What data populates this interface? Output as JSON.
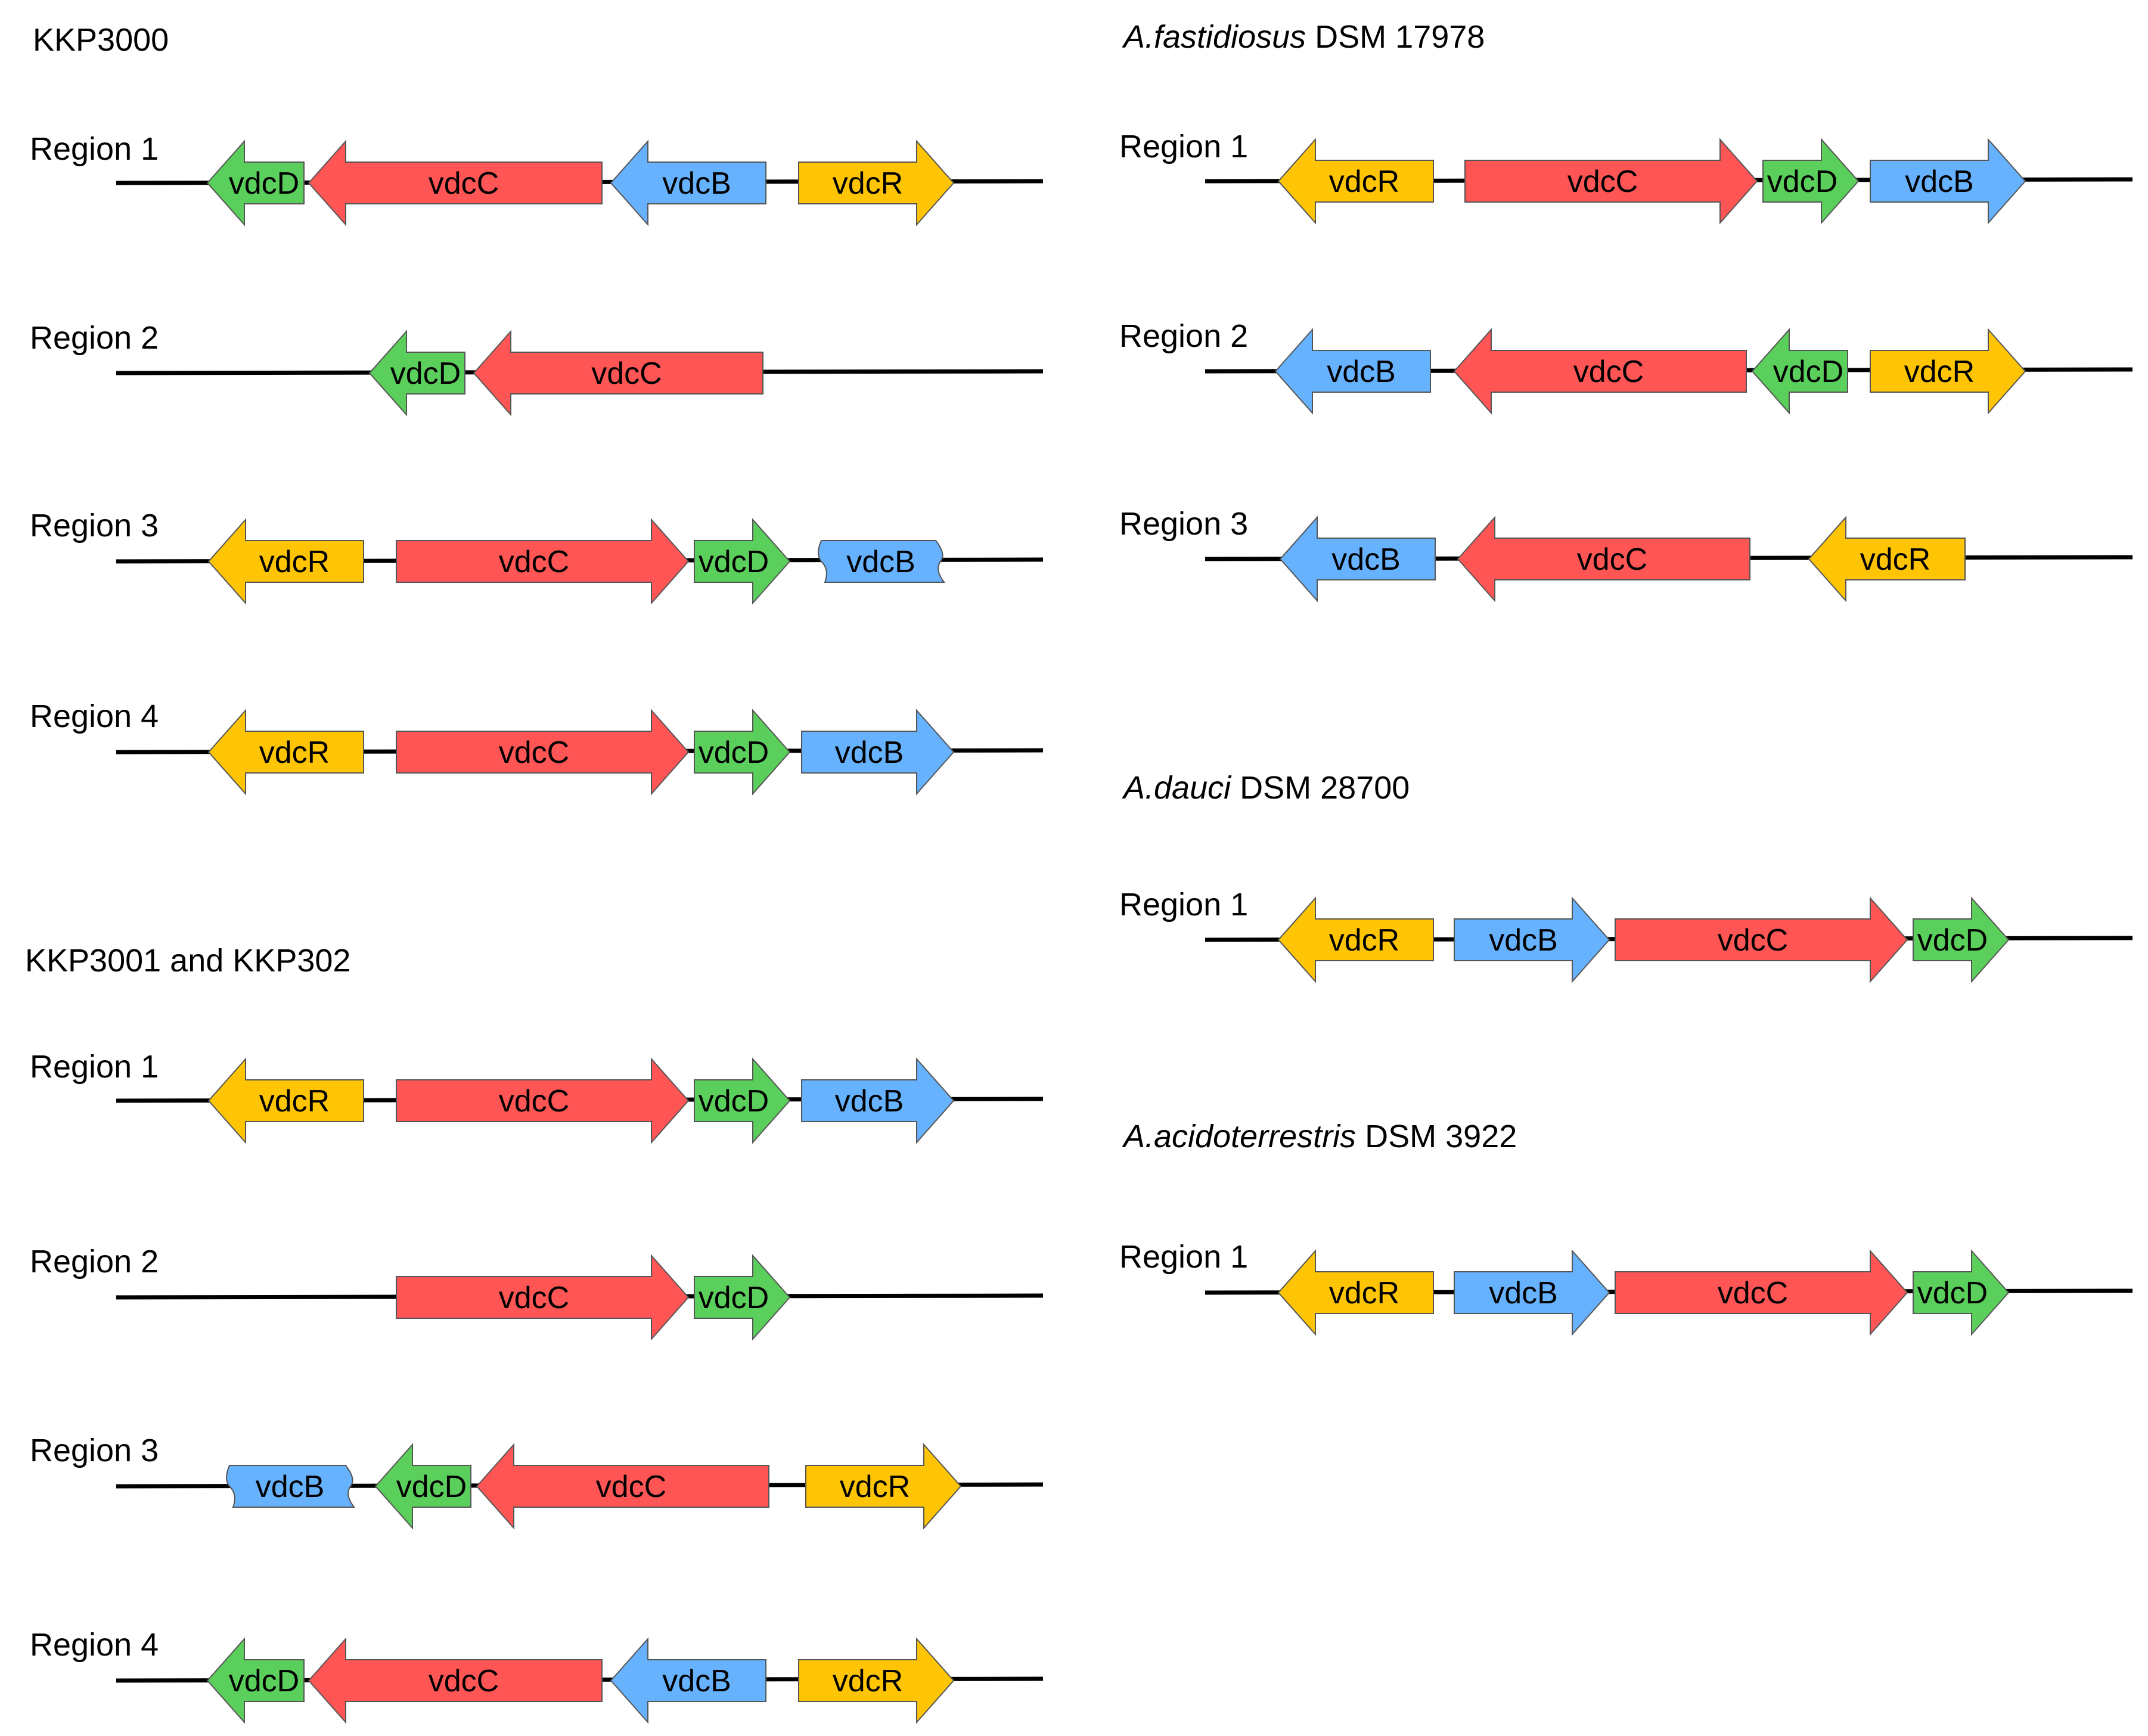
{
  "colors": {
    "vdcR": "#ffc504",
    "vdcC": "#ff5555",
    "vdcB": "#66b2ff",
    "vdcD": "#5bcf5b",
    "backbone": "#000000"
  },
  "panels": [
    {
      "title": "KKP3000",
      "title_italic": "",
      "regions": [
        {
          "label": "Region 1",
          "genes": [
            {
              "name": "vdcD",
              "dir": "left"
            },
            {
              "name": "vdcC",
              "dir": "left"
            },
            {
              "name": "vdcB",
              "dir": "left"
            },
            {
              "name": "vdcR",
              "dir": "right"
            }
          ]
        },
        {
          "label": "Region 2",
          "genes": [
            {
              "name": "vdcD",
              "dir": "left"
            },
            {
              "name": "vdcC",
              "dir": "left"
            }
          ]
        },
        {
          "label": "Region 3",
          "genes": [
            {
              "name": "vdcR",
              "dir": "left"
            },
            {
              "name": "vdcC",
              "dir": "right"
            },
            {
              "name": "vdcD",
              "dir": "right"
            },
            {
              "name": "vdcB",
              "dir": "partial"
            }
          ]
        },
        {
          "label": "Region 4",
          "genes": [
            {
              "name": "vdcR",
              "dir": "left"
            },
            {
              "name": "vdcC",
              "dir": "right"
            },
            {
              "name": "vdcD",
              "dir": "right"
            },
            {
              "name": "vdcB",
              "dir": "right"
            }
          ]
        }
      ]
    },
    {
      "title": "KKP3001 and KKP302",
      "title_italic": "",
      "regions": [
        {
          "label": "Region 1",
          "genes": [
            {
              "name": "vdcR",
              "dir": "left"
            },
            {
              "name": "vdcC",
              "dir": "right"
            },
            {
              "name": "vdcD",
              "dir": "right"
            },
            {
              "name": "vdcB",
              "dir": "right"
            }
          ]
        },
        {
          "label": "Region 2",
          "genes": [
            {
              "name": "vdcC",
              "dir": "right"
            },
            {
              "name": "vdcD",
              "dir": "right"
            }
          ]
        },
        {
          "label": "Region 3",
          "genes": [
            {
              "name": "vdcB",
              "dir": "partial"
            },
            {
              "name": "vdcD",
              "dir": "left"
            },
            {
              "name": "vdcC",
              "dir": "left"
            },
            {
              "name": "vdcR",
              "dir": "right"
            }
          ]
        },
        {
          "label": "Region 4",
          "genes": [
            {
              "name": "vdcD",
              "dir": "left"
            },
            {
              "name": "vdcC",
              "dir": "left"
            },
            {
              "name": "vdcB",
              "dir": "left"
            },
            {
              "name": "vdcR",
              "dir": "right"
            }
          ]
        }
      ]
    },
    {
      "title": " DSM 17978",
      "title_italic": "A.fastidiosus",
      "regions": [
        {
          "label": "Region 1",
          "genes": [
            {
              "name": "vdcR",
              "dir": "left"
            },
            {
              "name": "vdcC",
              "dir": "right"
            },
            {
              "name": "vdcD",
              "dir": "right"
            },
            {
              "name": "vdcB",
              "dir": "right"
            }
          ]
        },
        {
          "label": "Region 2",
          "genes": [
            {
              "name": "vdcB",
              "dir": "left"
            },
            {
              "name": "vdcC",
              "dir": "left"
            },
            {
              "name": "vdcD",
              "dir": "left"
            },
            {
              "name": "vdcR",
              "dir": "right"
            }
          ]
        },
        {
          "label": "Region 3",
          "genes": [
            {
              "name": "vdcB",
              "dir": "left"
            },
            {
              "name": "vdcC",
              "dir": "left"
            },
            {
              "name": "vdcR",
              "dir": "left"
            }
          ]
        }
      ]
    },
    {
      "title": " DSM 28700",
      "title_italic": "A.dauci",
      "regions": [
        {
          "label": "Region 1",
          "genes": [
            {
              "name": "vdcR",
              "dir": "left"
            },
            {
              "name": "vdcB",
              "dir": "right"
            },
            {
              "name": "vdcC",
              "dir": "right"
            },
            {
              "name": "vdcD",
              "dir": "right"
            }
          ]
        }
      ]
    },
    {
      "title": " DSM 3922",
      "title_italic": "A.acidoterrestris",
      "regions": [
        {
          "label": "Region 1",
          "genes": [
            {
              "name": "vdcR",
              "dir": "left"
            },
            {
              "name": "vdcB",
              "dir": "right"
            },
            {
              "name": "vdcC",
              "dir": "right"
            },
            {
              "name": "vdcD",
              "dir": "right"
            }
          ]
        }
      ]
    }
  ]
}
